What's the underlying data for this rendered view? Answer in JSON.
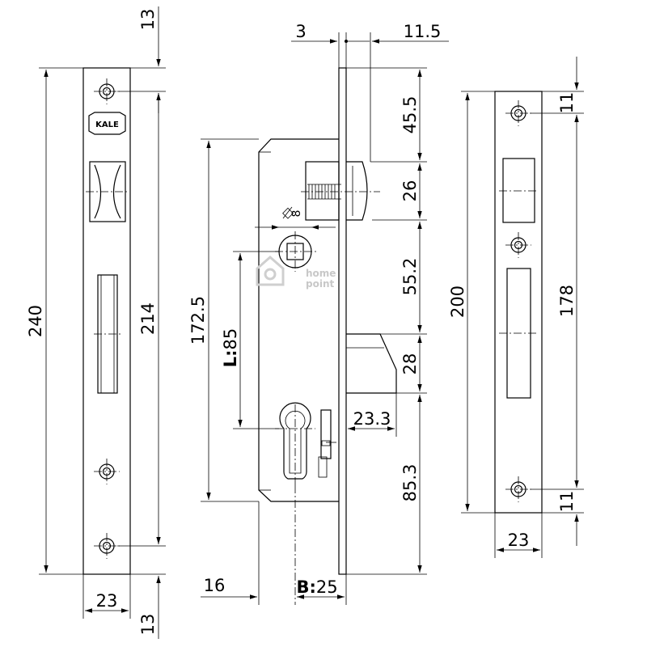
{
  "brand_logo": "KALE",
  "watermark": {
    "line1": "home",
    "line2": "point"
  },
  "faceplate": {
    "dims": {
      "top_offset": "13",
      "total_length": "240",
      "screw_span": "214",
      "width": "23",
      "bottom_offset": "13"
    }
  },
  "lock_body": {
    "dims": {
      "front_thickness": "3",
      "front_offset": "11.5",
      "latch_top": "45.5",
      "latch_height": "26",
      "spindle_square": "8",
      "handle_to_cylinder": "55.2",
      "bolt_height": "28",
      "bolt_throw": "23.3",
      "cylinder_to_bottom": "85.3",
      "body_height": "172.5",
      "center_distance_prefix": "L:",
      "center_distance": "85",
      "body_offset": "16",
      "backset_prefix": "B:",
      "backset": "25"
    }
  },
  "strike_plate": {
    "dims": {
      "top_offset": "11",
      "total_length": "200",
      "screw_span": "178",
      "bottom_offset": "11",
      "width": "23"
    }
  }
}
